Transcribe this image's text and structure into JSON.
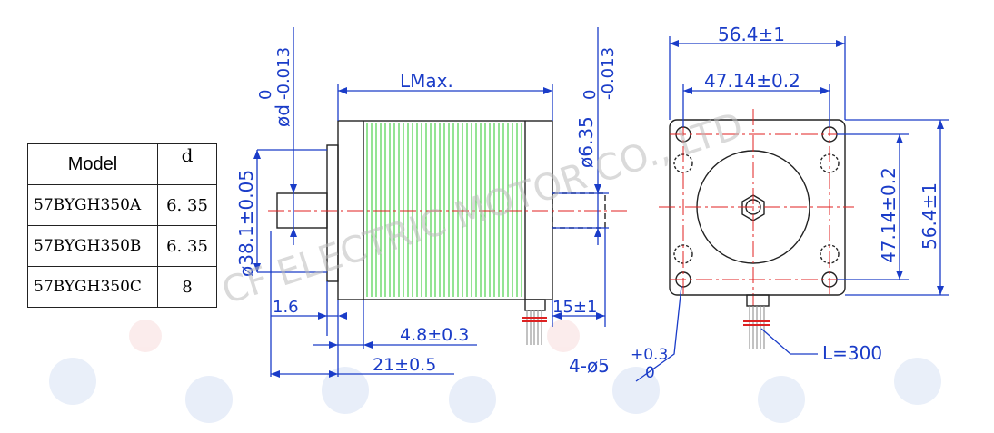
{
  "table": {
    "headers": [
      "Model",
      "d"
    ],
    "rows": [
      {
        "model": "57BYGH350A",
        "d": "6. 35"
      },
      {
        "model": "57BYGH350B",
        "d": "6. 35"
      },
      {
        "model": "57BYGH350C",
        "d": "8"
      }
    ]
  },
  "dims": {
    "lmax": "LMax.",
    "shaft_d": "ød",
    "shaft_d_tol": "0",
    "shaft_d_tol2": "-0.013",
    "pilot": "ø38.1±0.05",
    "shaft_635": "ø6.35",
    "shaft_635_tol": "0",
    "shaft_635_tol2": "-0.013",
    "flat_len": "15±1",
    "d16": "1.6",
    "d48": "4.8±0.3",
    "d21": "21±0.5",
    "flange_w": "56.4±1",
    "hole_pitch": "47.14±0.2",
    "holes": "4-ø5",
    "holes_tol1": "+0.3",
    "holes_tol2": "0",
    "lead": "L=300"
  },
  "watermark": "CF ELECTRIC MOTOR CO., LTD",
  "colors": {
    "dimension": "#1a3cc8",
    "centerline": "#e02020",
    "winding": "#28c828"
  }
}
